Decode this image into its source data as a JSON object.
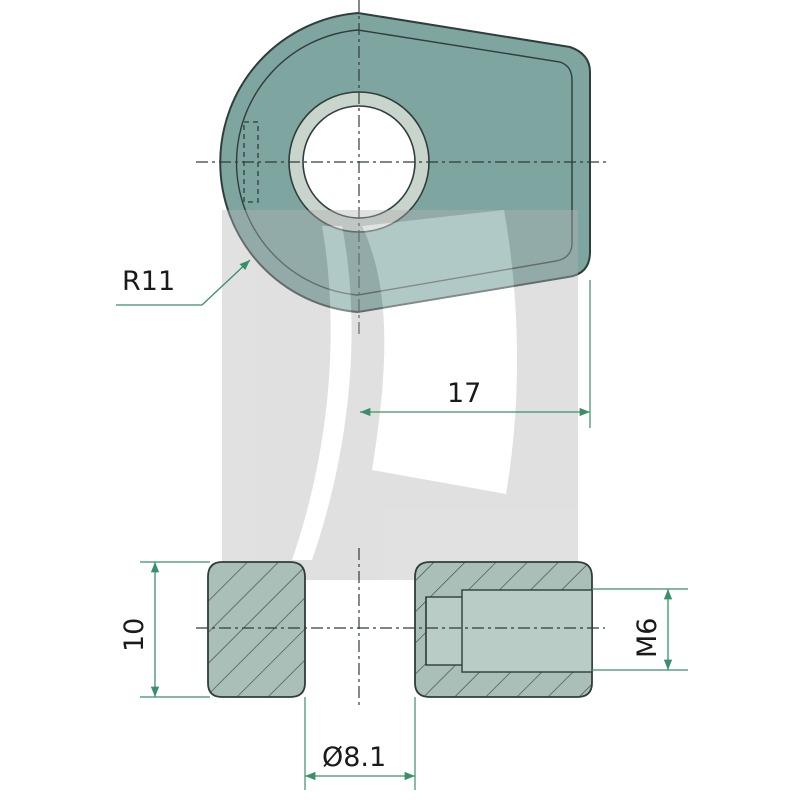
{
  "dimensions": {
    "radius": "R11",
    "length": "17",
    "height": "10",
    "thread": "M6",
    "bore": "Ø8.1"
  },
  "colors": {
    "part_fill": "#7ea5a0",
    "part_edge": "#2f3e3b",
    "bore_ring": "#c9d4cc",
    "hatch_bg": "#a9bfb7",
    "thread_fill": "#b9cdc6",
    "dimension_line": "#3a8f6a",
    "watermark": "#c8c8c8"
  }
}
